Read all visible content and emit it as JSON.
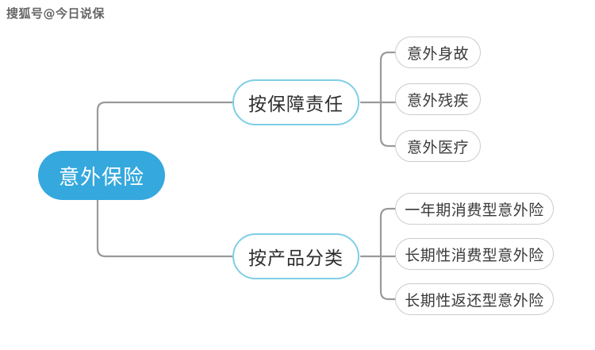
{
  "watermark": {
    "text": "搜狐号@今日说保"
  },
  "colors": {
    "root_fill": "#35a8de",
    "root_text": "#ffffff",
    "branch_border": "#7fcee7",
    "leaf_border": "#c8cdd0",
    "connector": "#9a9a9a",
    "background": "#ffffff",
    "text": "#2d2d2d"
  },
  "mindmap": {
    "root": {
      "label": "意外保险"
    },
    "branches": [
      {
        "label": "按保障责任",
        "leaves": [
          {
            "label": "意外身故"
          },
          {
            "label": "意外残疾"
          },
          {
            "label": "意外医疗"
          }
        ]
      },
      {
        "label": "按产品分类",
        "leaves": [
          {
            "label": "一年期消费型意外险"
          },
          {
            "label": "长期性消费型意外险"
          },
          {
            "label": "长期性返还型意外险"
          }
        ]
      }
    ]
  }
}
